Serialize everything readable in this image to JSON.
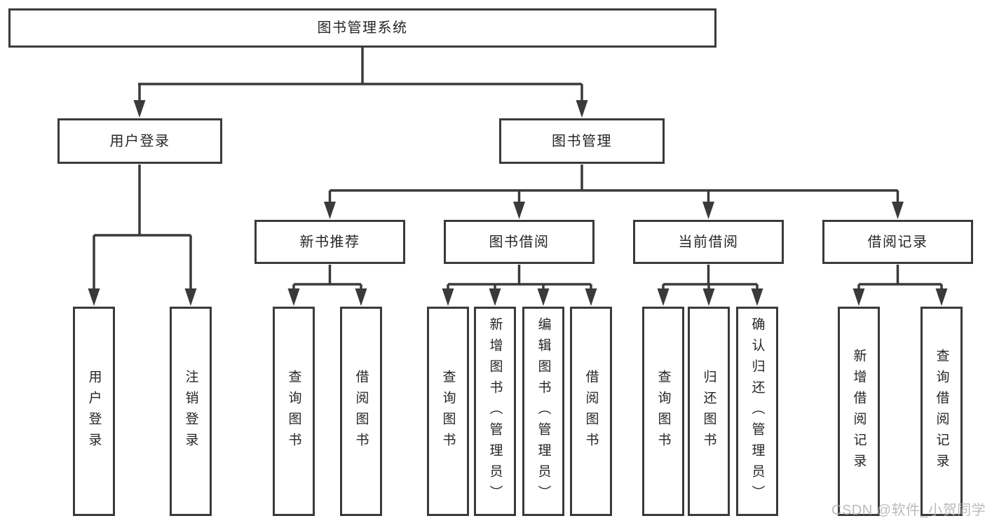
{
  "diagram": {
    "root": "图书管理系统",
    "user_branch": {
      "label": "用户登录",
      "children": [
        "用户登录",
        "注销登录"
      ]
    },
    "book_branch": {
      "label": "图书管理",
      "groups": [
        {
          "label": "新书推荐",
          "children": [
            "查询图书",
            "借阅图书"
          ]
        },
        {
          "label": "图书借阅",
          "children": [
            "查询图书",
            "新增图书（管理员）",
            "编辑图书（管理员）",
            "借阅图书"
          ]
        },
        {
          "label": "当前借阅",
          "children": [
            "查询图书",
            "归还图书",
            "确认归还（管理员）"
          ]
        },
        {
          "label": "借阅记录",
          "children": [
            "新增借阅记录",
            "查询借阅记录"
          ]
        }
      ]
    }
  },
  "watermark": "CSDN @软件_小贺同学",
  "colors": {
    "line": "#3a3a3a",
    "text": "#262626",
    "watermark": "#b0b0b0",
    "background": "#ffffff"
  }
}
